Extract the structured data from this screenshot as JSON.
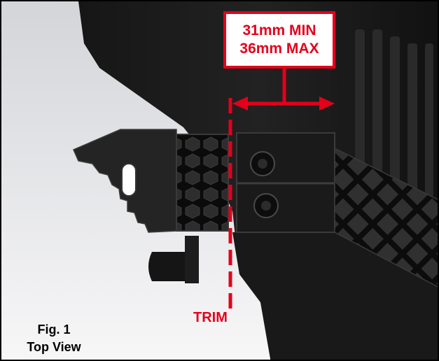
{
  "dimension": {
    "min_label": "31mm MIN",
    "max_label": "36mm MAX"
  },
  "trim_label": "TRIM",
  "caption": {
    "figure": "Fig. 1",
    "view": "Top View"
  },
  "colors": {
    "annotation_red": "#e4001b",
    "part_dark": "#1c1c1c",
    "background_light": "#d9dade"
  }
}
